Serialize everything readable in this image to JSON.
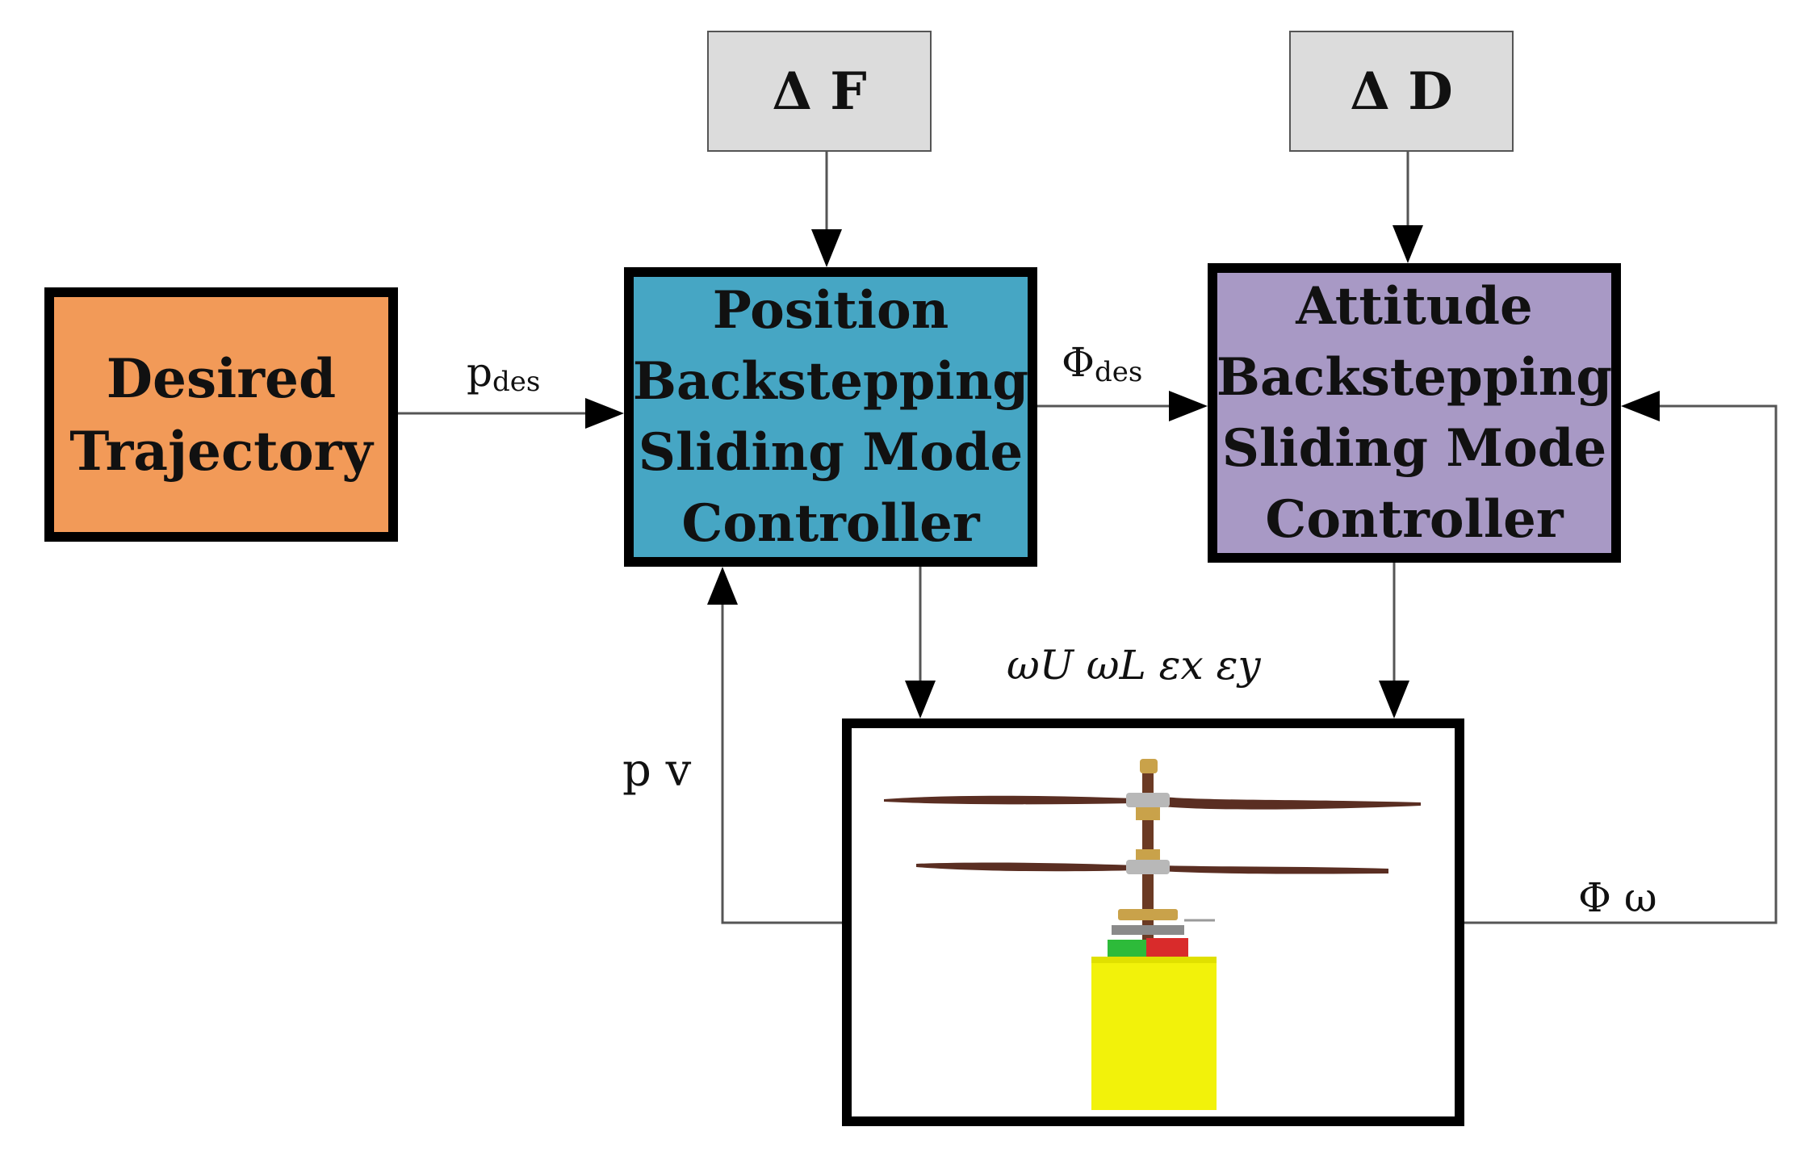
{
  "colors": {
    "desired_fill": "#F29A58",
    "position_fill": "#46A6C4",
    "attitude_fill": "#A899C5",
    "disturbance_fill": "#DCDCDC",
    "wire": "#555555",
    "rotor_blade": "#5A2E22",
    "body": "#F2F20A",
    "mast": "#6B3A24",
    "hub_gold": "#C9A24A",
    "battery_green": "#2DBB3A",
    "battery_red": "#D92B2B"
  },
  "blocks": {
    "desired_trajectory": "Desired\nTrajectory",
    "position_controller": "Position\nBackstepping\nSliding Mode\nController",
    "attitude_controller": "Attitude\nBackstepping\nSliding Mode\nController",
    "delta_f": "Δ F",
    "delta_d": "Δ D"
  },
  "signals": {
    "p_des": {
      "main": "p",
      "sub": "des"
    },
    "phi_des": {
      "main": "Φ",
      "sub": "des"
    },
    "omega_eps": "ωU  ωL εx εy",
    "p_v": "p v",
    "phi_omega": "Φ ω"
  },
  "plant": {
    "icon": "coaxial-helicopter-icon"
  }
}
